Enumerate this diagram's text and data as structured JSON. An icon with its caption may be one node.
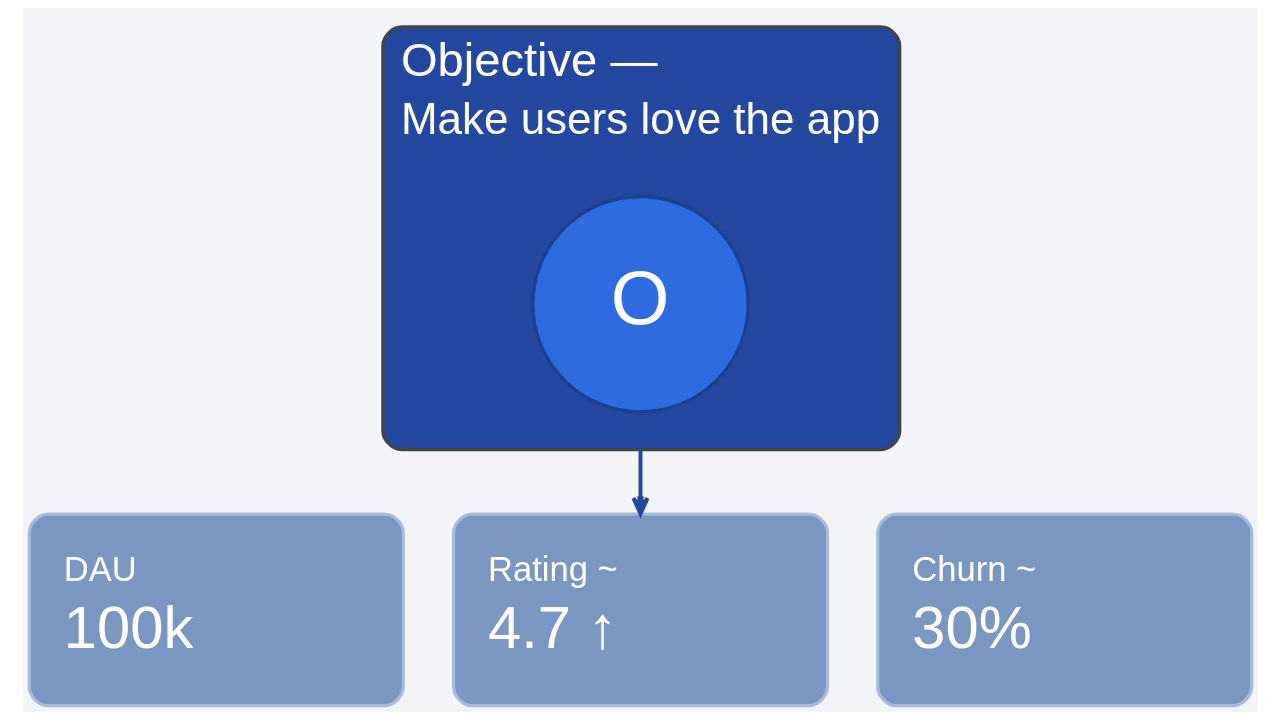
{
  "diagram": {
    "nodes": [
      {
        "text": [
          "Objective —",
          "Make users love the app"
        ]
      },
      {
        "text": [
          "O"
        ],
        "in": 0
      },
      {
        "text": [
          "DAU",
          "100k"
        ]
      },
      {
        "text": [
          "Rating ~",
          "4.7 ↑"
        ]
      },
      {
        "text": [
          "Churn ~",
          "30%"
        ]
      }
    ],
    "edges": [
      {
        "from": 0,
        "to": 3,
        "arrow": "to"
      }
    ]
  }
}
